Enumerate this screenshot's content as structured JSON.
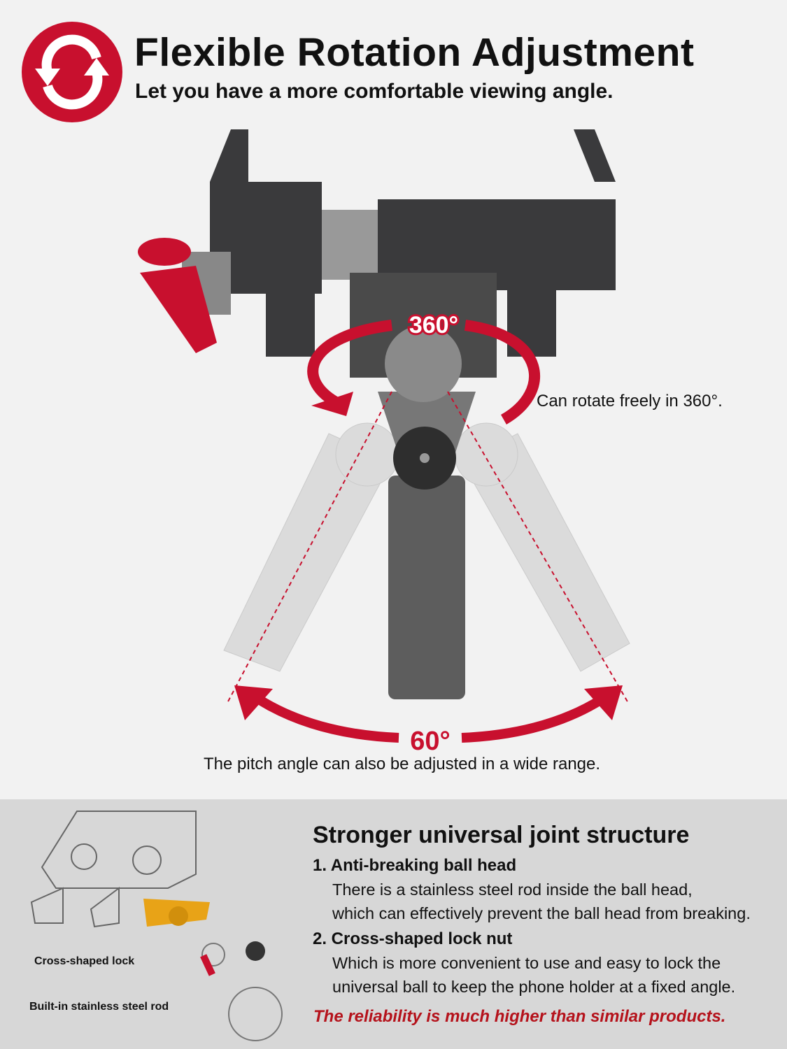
{
  "header": {
    "title": "Flexible Rotation Adjustment",
    "subtitle": "Let you have a more comfortable viewing angle.",
    "icon": "rotate-arrows-icon",
    "accent": "#c8102e"
  },
  "hero": {
    "rotation_badge": "360°",
    "rotation_caption": "Can rotate freely in 360°.",
    "pitch_badge": "60°",
    "pitch_caption": "The pitch angle can also be adjusted in a wide range."
  },
  "structure": {
    "heading": "Stronger universal joint structure",
    "items": [
      {
        "title": "1. Anti-breaking ball head",
        "lines": [
          "There is a stainless steel rod inside the ball head,",
          "which can effectively prevent the ball head from breaking."
        ]
      },
      {
        "title": "2. Cross-shaped lock nut",
        "lines": [
          "Which is more convenient to use and easy to lock the",
          "universal ball to keep the phone holder at a fixed angle."
        ]
      }
    ],
    "tagline": "The reliability is much higher than similar products.",
    "callouts": {
      "lock": "Cross-shaped lock",
      "rod": "Built-in stainless steel rod"
    }
  }
}
